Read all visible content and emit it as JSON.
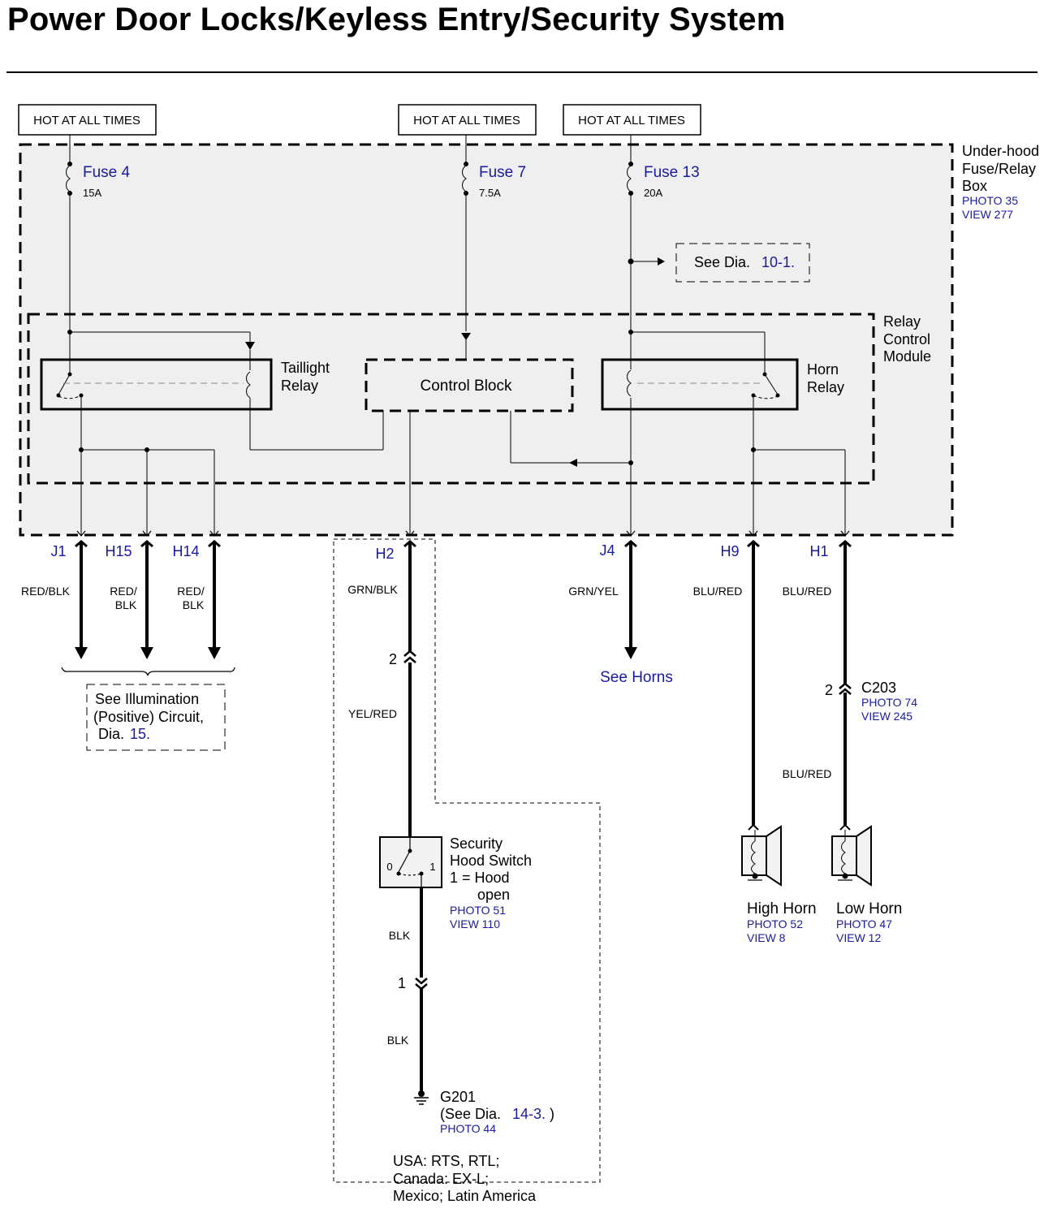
{
  "title": "Power Door Locks/Keyless Entry/Security System",
  "power_labels": [
    "HOT AT ALL TIMES",
    "HOT AT ALL TIMES",
    "HOT AT ALL TIMES"
  ],
  "fuses": [
    {
      "name": "Fuse 4",
      "rating": "15A"
    },
    {
      "name": "Fuse 7",
      "rating": "7.5A"
    },
    {
      "name": "Fuse 13",
      "rating": "20A"
    }
  ],
  "fuse_box": {
    "line1": "Under-hood",
    "line2": "Fuse/Relay",
    "line3": "Box",
    "photo": "PHOTO 35",
    "view": "VIEW 277"
  },
  "see_dia_10": {
    "prefix": "See Dia.",
    "ref": "10-1."
  },
  "relay_module": {
    "line1": "Relay",
    "line2": "Control",
    "line3": "Module"
  },
  "taillight_relay": {
    "line1": "Taillight",
    "line2": "Relay"
  },
  "control_block": "Control Block",
  "horn_relay": {
    "line1": "Horn",
    "line2": "Relay"
  },
  "terminals": {
    "j1": "J1",
    "h15": "H15",
    "h14": "H14",
    "h2": "H2",
    "j4": "J4",
    "h9": "H9",
    "h1": "H1"
  },
  "wires": {
    "red_blk": "RED/BLK",
    "red_slash": "RED/",
    "blk_under": "BLK",
    "grn_blk": "GRN/BLK",
    "yel_red": "YEL/RED",
    "grn_yel": "GRN/YEL",
    "blu_red_h9": "BLU/RED",
    "blu_red_h1": "BLU/RED",
    "blu_red_lower": "BLU/RED",
    "blk_upper": "BLK",
    "blk_lower": "BLK"
  },
  "pins": {
    "h2_conn": "2",
    "c203_pin": "2",
    "g_conn": "1",
    "switch_0": "0",
    "switch_1": "1"
  },
  "illumination": {
    "line1": "See Illumination",
    "line2": "(Positive) Circuit,",
    "dia": "Dia.",
    "ref": "15."
  },
  "see_horns": "See Horns",
  "c203": {
    "name": "C203",
    "photo": "PHOTO 74",
    "view": "VIEW 245"
  },
  "hood_switch": {
    "line1": "Security",
    "line2": "Hood Switch",
    "line3": "1 = Hood",
    "line4": "open",
    "photo": "PHOTO 51",
    "view": "VIEW 110"
  },
  "g201": {
    "name": "G201",
    "see_prefix": "(See Dia.",
    "ref": "14-3.",
    "close": ")",
    "photo": "PHOTO 44"
  },
  "high_horn": {
    "name": "High Horn",
    "photo": "PHOTO 52",
    "view": "VIEW 8"
  },
  "low_horn": {
    "name": "Low Horn",
    "photo": "PHOTO 47",
    "view": "VIEW 12"
  },
  "markets": {
    "line1": "USA: RTS, RTL;",
    "line2": "Canada: EX-L;",
    "line3": "Mexico; Latin America"
  },
  "colors": {
    "reference_blue": "#1a1a9e",
    "box_fill": "#efefef",
    "line": "#000000"
  }
}
